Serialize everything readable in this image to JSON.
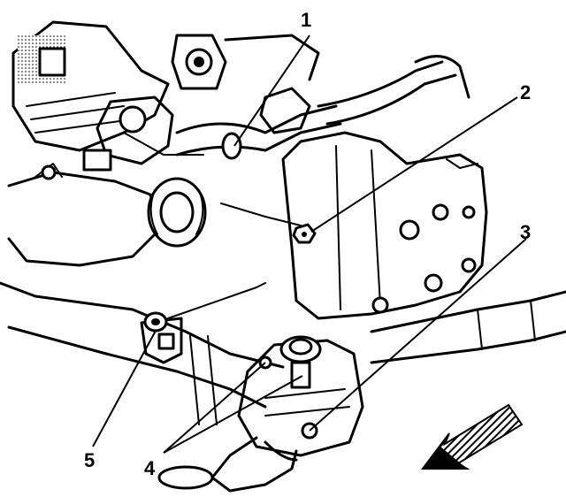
{
  "callouts": [
    {
      "id": "1",
      "label": "1"
    },
    {
      "id": "2",
      "label": "2"
    },
    {
      "id": "3",
      "label": "3"
    },
    {
      "id": "4",
      "label": "4"
    },
    {
      "id": "5",
      "label": "5"
    }
  ],
  "front_arrow": {
    "icon": "front-direction-arrow-icon"
  }
}
